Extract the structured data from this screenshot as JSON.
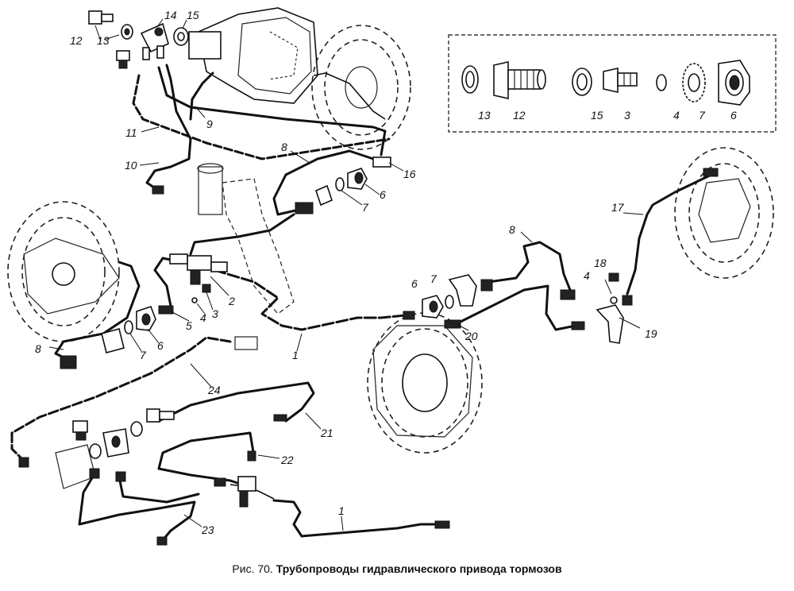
{
  "caption": {
    "prefix": "Рис. 70.",
    "title": "Трубопроводы гидравлического привода тормозов"
  },
  "labels": {
    "l12a": "12",
    "l13a": "13",
    "l14": "14",
    "l15a": "15",
    "l13b": "13",
    "l12b": "12",
    "l15b": "15",
    "l3a": "3",
    "l4a": "4",
    "l7a": "7",
    "l6a": "6",
    "l9": "9",
    "l11": "11",
    "l10": "10",
    "l8a": "8",
    "l16": "16",
    "l6b": "6",
    "l7b": "7",
    "l17": "17",
    "l8b": "8",
    "l18": "18",
    "l4b": "4",
    "l19": "19",
    "l20": "20",
    "l6c": "6",
    "l7c": "7",
    "l2": "2",
    "l3b": "3",
    "l4c": "4",
    "l5": "5",
    "l8c": "8",
    "l7d": "7",
    "l6d": "6",
    "l1a": "1",
    "l24": "24",
    "l21": "21",
    "l22": "22",
    "l23": "23",
    "l1b": "1"
  }
}
